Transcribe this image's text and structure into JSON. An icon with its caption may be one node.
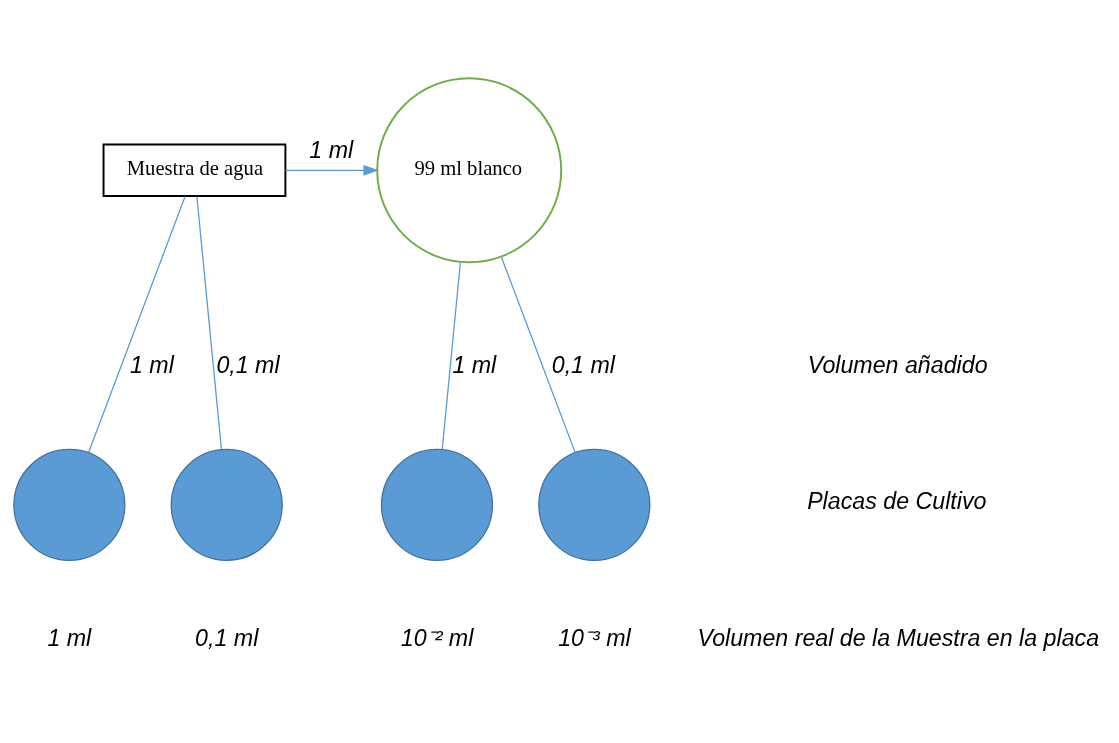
{
  "diagram": {
    "nodes": [
      {
        "text": [
          "Muestra de agua"
        ]
      },
      {
        "text": [
          "99 ml blanco"
        ]
      },
      {
        "text": [],
        "shape": "circle",
        "beside": [
          "1 ml"
        ]
      },
      {
        "text": [],
        "shape": "circle",
        "beside": [
          "0,1 ml"
        ]
      },
      {
        "text": [],
        "shape": "circle",
        "beside": [
          "10⁻² ml"
        ]
      },
      {
        "text": [],
        "shape": "circle",
        "beside": [
          "10⁻³ ml"
        ]
      }
    ],
    "edges": [
      {
        "from": 0,
        "to": 1,
        "arrow": "to",
        "label": "1 ml"
      },
      {
        "from": 0,
        "to": 2,
        "arrow": "none",
        "label": "1 ml"
      },
      {
        "from": 0,
        "to": 3,
        "arrow": "none",
        "label": "0,1 ml"
      },
      {
        "from": 1,
        "to": 4,
        "arrow": "none",
        "label": "1 ml"
      },
      {
        "from": 1,
        "to": 5,
        "arrow": "none",
        "label": "0,1 ml"
      }
    ],
    "labels": [
      "Volumen añadido",
      "Placas de Cultivo",
      "Volumen real de la Muestra en la placa"
    ]
  }
}
